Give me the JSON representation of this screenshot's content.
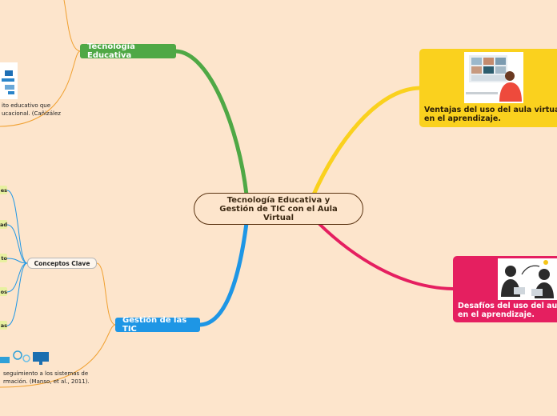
{
  "central": {
    "title": "Tecnología Educativa y Gestión de TIC con el Aula Virtual"
  },
  "branches": {
    "tecnologia": {
      "label": "Tecnología Educativa"
    },
    "gestion": {
      "label": "Gestión de las TIC"
    },
    "ventajas": {
      "label_line1": "Ventajas del uso del aula virtual",
      "label_line2": "en el aprendizaje."
    },
    "desafios": {
      "label_line1": "Desafíos del uso del aula",
      "label_line2": "en el aprendizaje."
    }
  },
  "conceptos": {
    "label": "Conceptos Clave",
    "leaves": [
      "es",
      "ad",
      "to",
      "os",
      "as"
    ]
  },
  "notes": {
    "tec_line1": "ito educativo que",
    "tec_line2": "ucacional. (Cañizález",
    "ges_line1": "seguimiento a los sistemas de",
    "ges_line2": "rmación. (Manso, et al., 2011)."
  },
  "colors": {
    "background": "#fde5cc",
    "green": "#4fa845",
    "blue": "#1e96e5",
    "yellow": "#fad11e",
    "pink": "#e51f60",
    "orange": "#f0a030"
  }
}
